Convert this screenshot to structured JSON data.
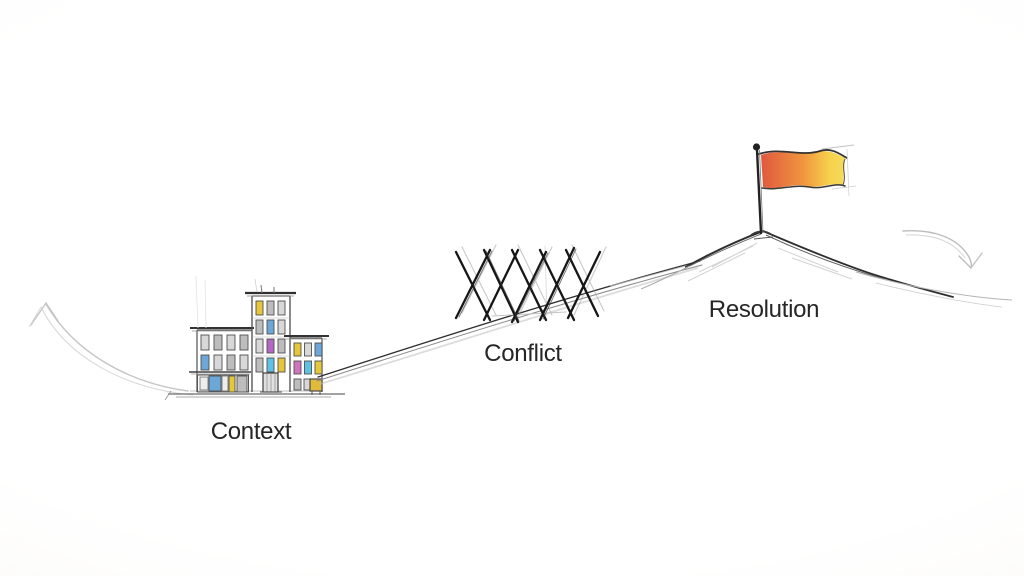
{
  "stages": [
    {
      "id": "context",
      "label": "Context",
      "icon": "building-sketch-icon"
    },
    {
      "id": "conflict",
      "label": "Conflict",
      "icon": "crossed-x-barrier-icon"
    },
    {
      "id": "resolution",
      "label": "Resolution",
      "icon": "flag-on-hill-icon"
    }
  ],
  "decorations": {
    "left_arrow": "curved-arrow-up-left-icon",
    "right_arrow": "curved-arrow-down-right-icon"
  },
  "colors": {
    "label_ink": "#262626",
    "window_yellow": "#e6c63a",
    "window_blue": "#6ca7d8",
    "window_cyan": "#5ec2e5",
    "window_magenta": "#b368c4",
    "window_pink": "#cf74bd",
    "flag_red": "#dc4a2e",
    "flag_orange": "#ef8c2e",
    "flag_yellow": "#f5ce3c",
    "kiosk_yellow": "#e2ba3a"
  }
}
